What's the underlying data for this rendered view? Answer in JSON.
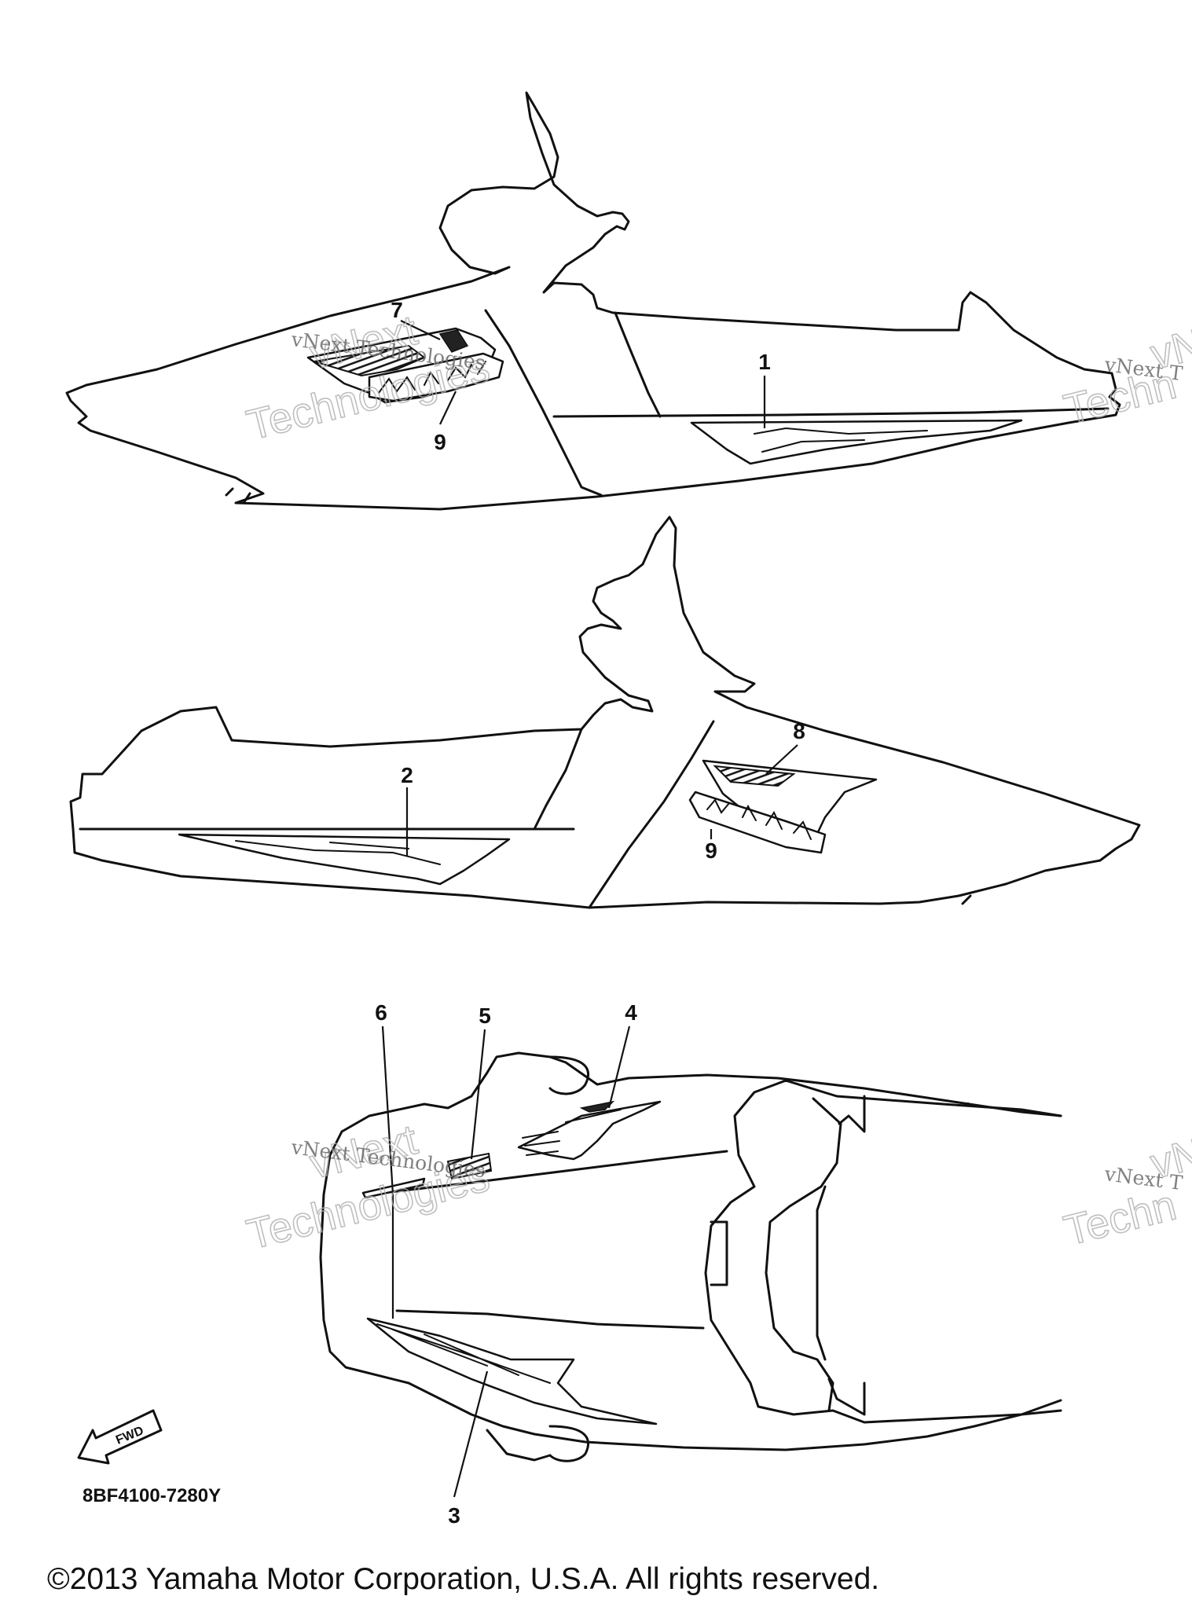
{
  "callouts": [
    "1",
    "2",
    "3",
    "4",
    "5",
    "6",
    "7",
    "8",
    "9",
    "9"
  ],
  "watermark": {
    "line1": "vNext",
    "line2": "Technologies",
    "small": "vNext Technologies",
    "small_cut": "vNext T",
    "big_cut": "Techn",
    "big_cut2": "vN"
  },
  "fwd_label": "FWD",
  "part_number": "8BF4100-7280Y",
  "copyright": "©2013 Yamaha Motor Corporation, U.S.A. All rights reserved."
}
